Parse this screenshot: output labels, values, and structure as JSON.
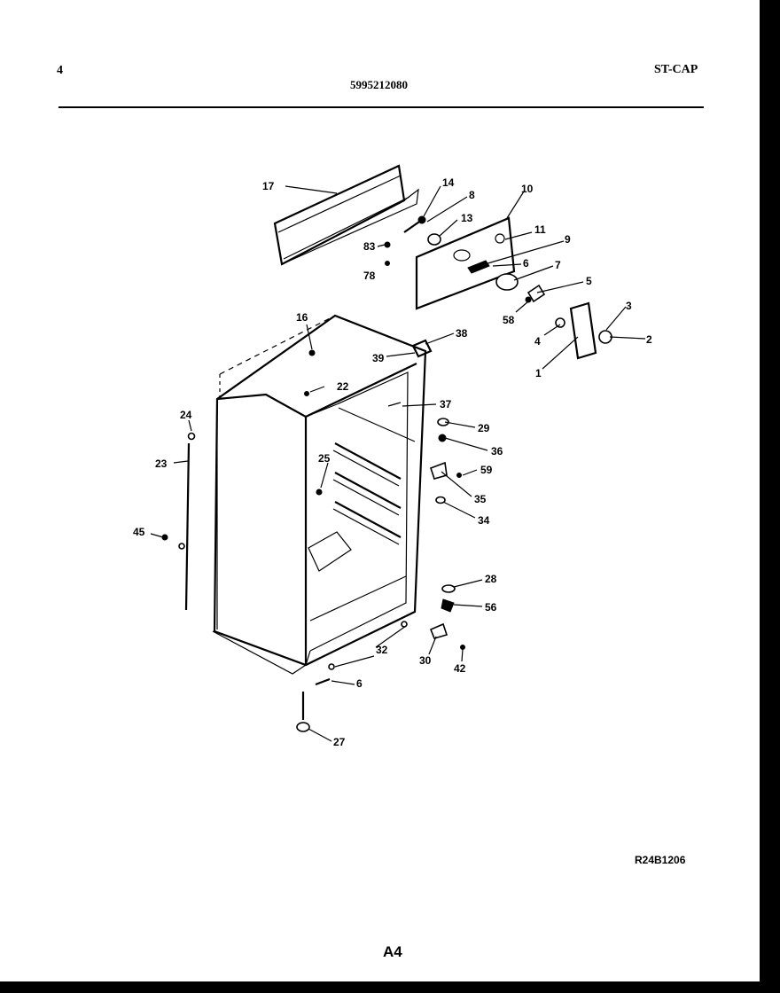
{
  "header": {
    "page_number": "4",
    "model_number": "5995212080",
    "model_code": "ST-CAP"
  },
  "footer": {
    "diagram_code": "R24B1206",
    "page_label": "A4"
  },
  "parts": [
    "17",
    "14",
    "8",
    "13",
    "10",
    "11",
    "9",
    "83",
    "78",
    "6",
    "7",
    "5",
    "58",
    "3",
    "4",
    "2",
    "1",
    "16",
    "38",
    "39",
    "22",
    "37",
    "29",
    "36",
    "24",
    "23",
    "25",
    "59",
    "35",
    "34",
    "45",
    "28",
    "56",
    "32",
    "30",
    "42",
    "6",
    "27"
  ]
}
